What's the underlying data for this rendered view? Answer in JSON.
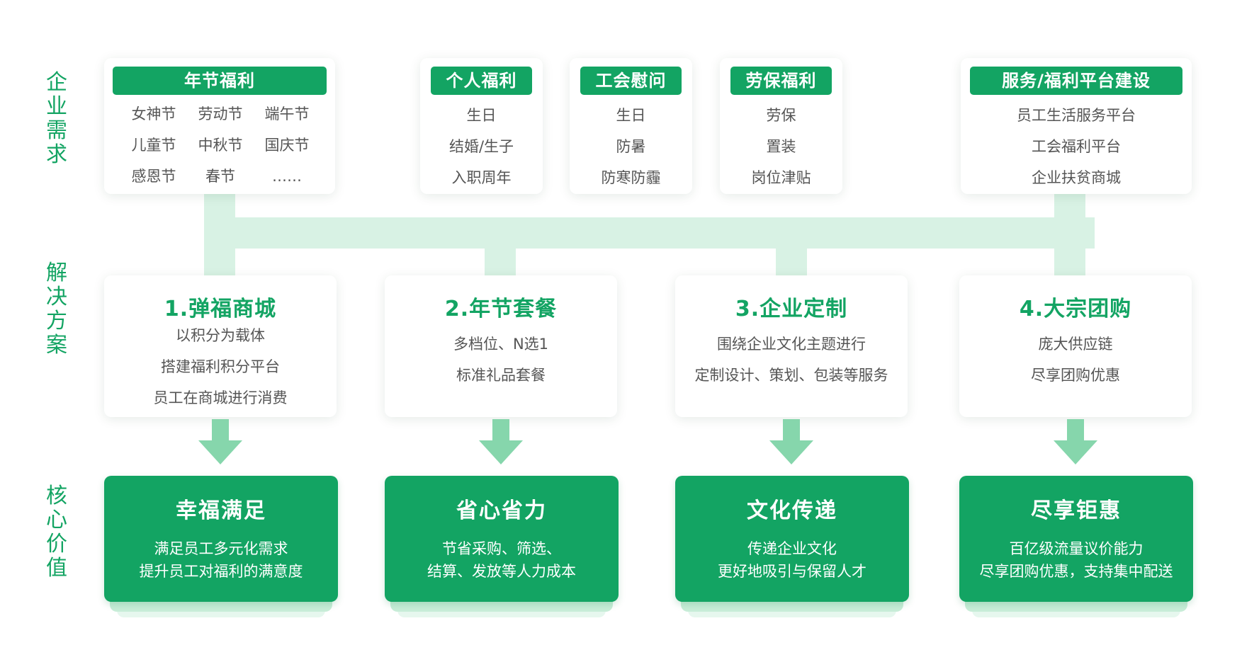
{
  "row_labels": {
    "demand": "企业需求",
    "solution": "解决方案",
    "value": "核心价值"
  },
  "demand": {
    "festival": {
      "tag": "年节福利",
      "items": [
        "女神节",
        "劳动节",
        "端午节",
        "儿童节",
        "中秋节",
        "国庆节",
        "感恩节",
        "春节",
        "……"
      ]
    },
    "personal": {
      "tag": "个人福利",
      "items": [
        "生日",
        "结婚/生子",
        "入职周年"
      ]
    },
    "union": {
      "tag": "工会慰问",
      "items": [
        "生日",
        "防暑",
        "防寒防霾"
      ]
    },
    "labor": {
      "tag": "劳保福利",
      "items": [
        "劳保",
        "置装",
        "岗位津贴"
      ]
    },
    "platform": {
      "tag": "服务/福利平台建设",
      "items": [
        "员工生活服务平台",
        "工会福利平台",
        "企业扶贫商城"
      ]
    }
  },
  "solutions": [
    {
      "title": "1.弹福商城",
      "lines": [
        "以积分为载体",
        "搭建福利积分平台",
        "员工在商城进行消费"
      ]
    },
    {
      "title": "2.年节套餐",
      "lines": [
        "多档位、N选1",
        "标准礼品套餐"
      ]
    },
    {
      "title": "3.企业定制",
      "lines": [
        "围绕企业文化主题进行",
        "定制设计、策划、包装等服务"
      ]
    },
    {
      "title": "4.大宗团购",
      "lines": [
        "庞大供应链",
        "尽享团购优惠"
      ]
    }
  ],
  "values": [
    {
      "title": "幸福满足",
      "lines": [
        "满足员工多元化需求",
        "提升员工对福利的满意度"
      ]
    },
    {
      "title": "省心省力",
      "lines": [
        "节省采购、筛选、",
        "结算、发放等人力成本"
      ]
    },
    {
      "title": "文化传递",
      "lines": [
        "传递企业文化",
        "更好地吸引与保留人才"
      ]
    },
    {
      "title": "尽享钜惠",
      "lines": [
        "百亿级流量议价能力",
        "尽享团购优惠，支持集中配送"
      ]
    }
  ],
  "colors": {
    "brand_green": "#13a463",
    "connector_green": "#d8f2e4",
    "arrow_green": "#86d6ac",
    "shadow_green_1": "#c9eed9",
    "shadow_green_2": "#e6f7ee"
  }
}
